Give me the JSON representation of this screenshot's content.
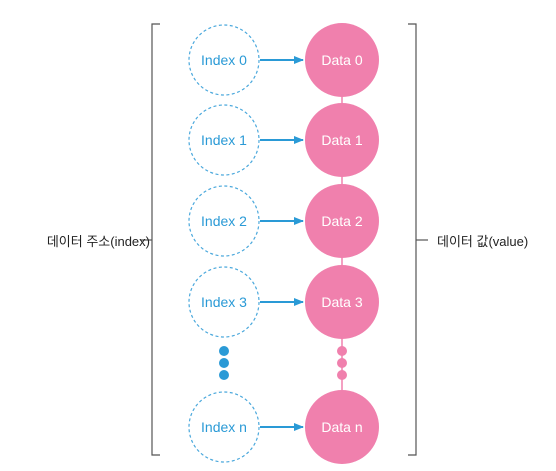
{
  "left_label": "데이터 주소(index)",
  "right_label": "데이터 값(value)",
  "rows": [
    {
      "index": "Index 0",
      "data": "Data 0"
    },
    {
      "index": "Index 1",
      "data": "Data 1"
    },
    {
      "index": "Index 2",
      "data": "Data 2"
    },
    {
      "index": "Index 3",
      "data": "Data 3"
    },
    {
      "index": "Index n",
      "data": "Data n"
    }
  ],
  "colors": {
    "index_text": "#2a9ad6",
    "index_border": "#4aa8dc",
    "data_fill": "#f080ad",
    "data_text": "#ffffff",
    "arrow": "#2a9ad6",
    "blue_dots": "#2a9ad6",
    "pink_dots": "#f080ad",
    "bracket": "#555555"
  }
}
